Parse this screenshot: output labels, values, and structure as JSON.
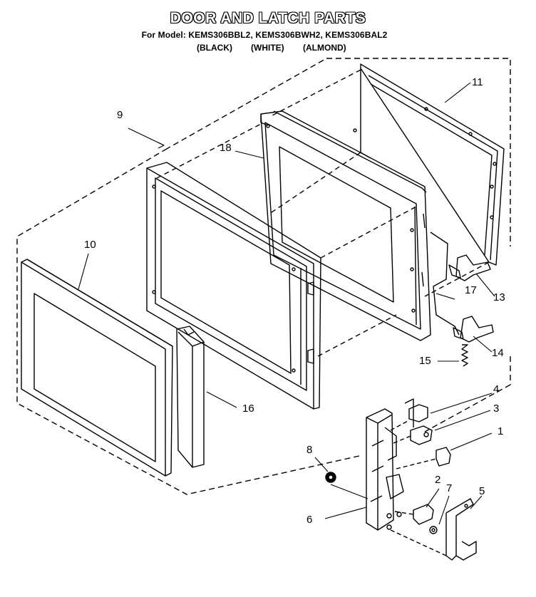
{
  "header": {
    "title": "DOOR AND LATCH PARTS",
    "subtitle": "For Model: KEMS306BBL2, KEMS306BWH2, KEMS306BAL2",
    "colors": [
      "(BLACK)",
      "(WHITE)",
      "(ALMOND)"
    ],
    "corner_mark": "'"
  },
  "callouts": {
    "c1": "1",
    "c2": "2",
    "c3": "3",
    "c4": "4",
    "c5": "5",
    "c6": "6",
    "c7": "7",
    "c8": "8",
    "c9": "9",
    "c10": "10",
    "c11": "11",
    "c13": "13",
    "c14": "14",
    "c15": "15",
    "c16": "16",
    "c17": "17",
    "c18": "18"
  }
}
